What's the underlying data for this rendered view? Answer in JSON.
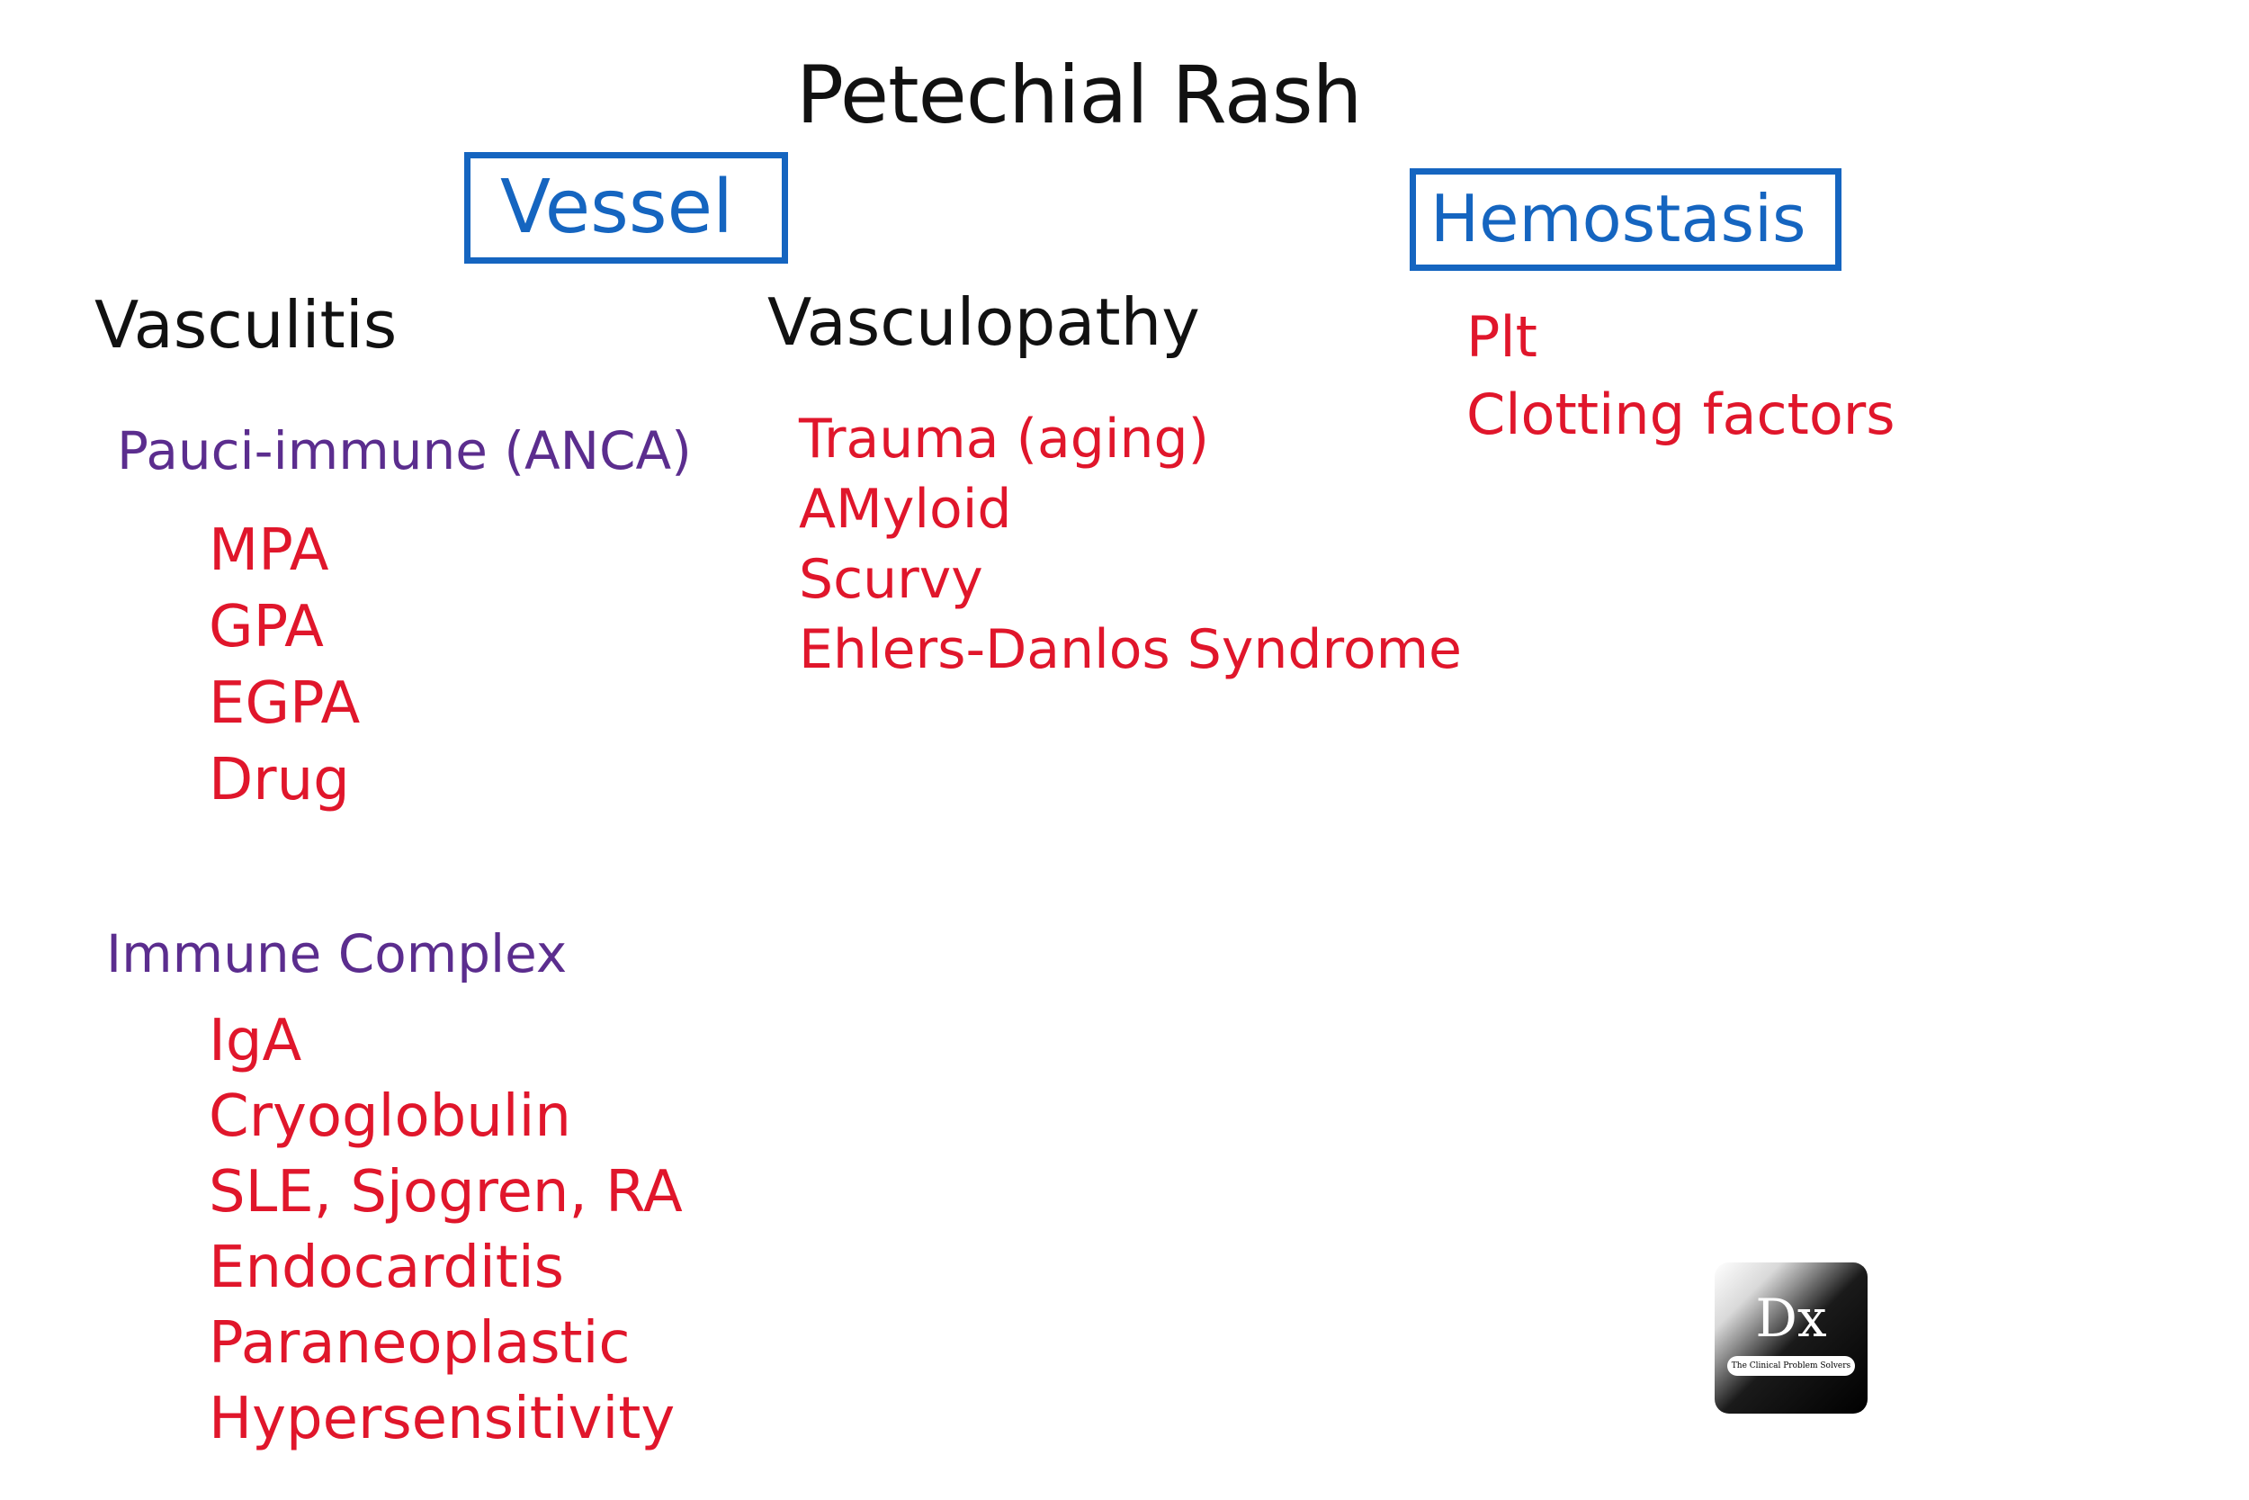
{
  "title": "Petechial Rash",
  "categories": {
    "vessel": "Vessel",
    "hemostasis": "Hemostasis"
  },
  "vessel": {
    "vasculitis": {
      "heading": "Vasculitis",
      "pauci_immune": {
        "heading": "Pauci-immune (ANCA)",
        "items": [
          "MPA",
          "GPA",
          "EGPA",
          "Drug"
        ]
      },
      "immune_complex": {
        "heading": "Immune Complex",
        "items": [
          "IgA",
          "Cryoglobulin",
          "SLE, Sjogren, RA",
          "Endocarditis",
          "Paraneoplastic",
          "Hypersensitivity"
        ]
      }
    },
    "vasculopathy": {
      "heading": "Vasculopathy",
      "items": [
        "Trauma (aging)",
        "AMyloid",
        "Scurvy",
        "Ehlers-Danlos Syndrome"
      ]
    }
  },
  "hemostasis": {
    "items": [
      "Plt",
      "Clotting factors"
    ]
  },
  "logo": {
    "mark": "Dx",
    "tagline": "The Clinical Problem Solvers"
  },
  "colors": {
    "black": "#111111",
    "blue": "#1565c0",
    "purple": "#5b2d8e",
    "red": "#e0162b"
  }
}
